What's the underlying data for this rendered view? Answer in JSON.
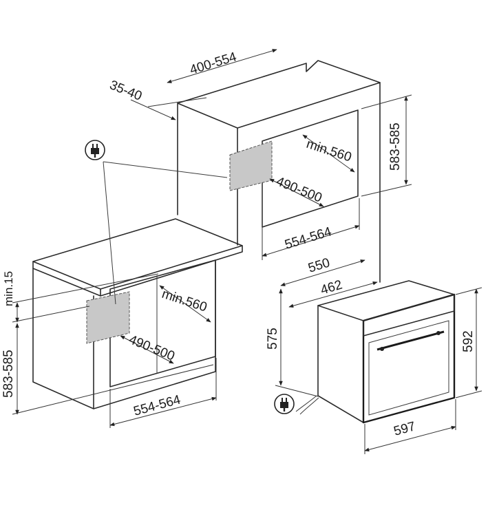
{
  "labels": {
    "top_depth": "400-554",
    "top_gap": "35-40",
    "top_cavity_depth": "min.560",
    "top_cavity_width": "490-500",
    "top_cavity_height": "583-585",
    "top_bottom_width": "554-564",
    "left_min_gap": "min.15",
    "left_cavity_height": "583-585",
    "left_cavity_depth": "min.560",
    "left_cavity_width": "490-500",
    "left_bottom_width": "554-564",
    "oven_depth": "550",
    "oven_inner_depth": "462",
    "oven_side_height": "575",
    "oven_height": "592",
    "oven_width": "597"
  },
  "icons": {
    "plug_top": "plug-icon",
    "plug_bottom": "plug-icon"
  }
}
